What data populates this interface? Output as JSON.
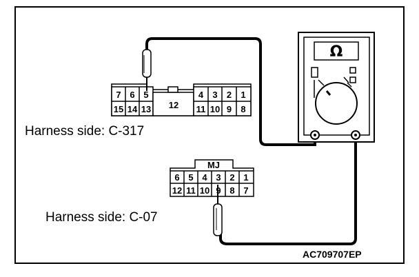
{
  "meter": {
    "symbol": "Ω"
  },
  "connector_c317": {
    "label": "Harness side: C-317",
    "center_label": "12",
    "top_left_pins": [
      "7",
      "6",
      "5"
    ],
    "bottom_left_pins": [
      "15",
      "14",
      "13"
    ],
    "top_right_pins": [
      "4",
      "3",
      "2",
      "1"
    ],
    "bottom_right_pins": [
      "11",
      "10",
      "9",
      "8"
    ]
  },
  "connector_c07": {
    "label": "Harness side: C-07",
    "tab_label": "MJ",
    "top_pins": [
      "6",
      "5",
      "4",
      "3",
      "2",
      "1"
    ],
    "bottom_pins": [
      "12",
      "11",
      "10",
      "9",
      "8",
      "7"
    ]
  },
  "figure_code": "AC709707EP"
}
